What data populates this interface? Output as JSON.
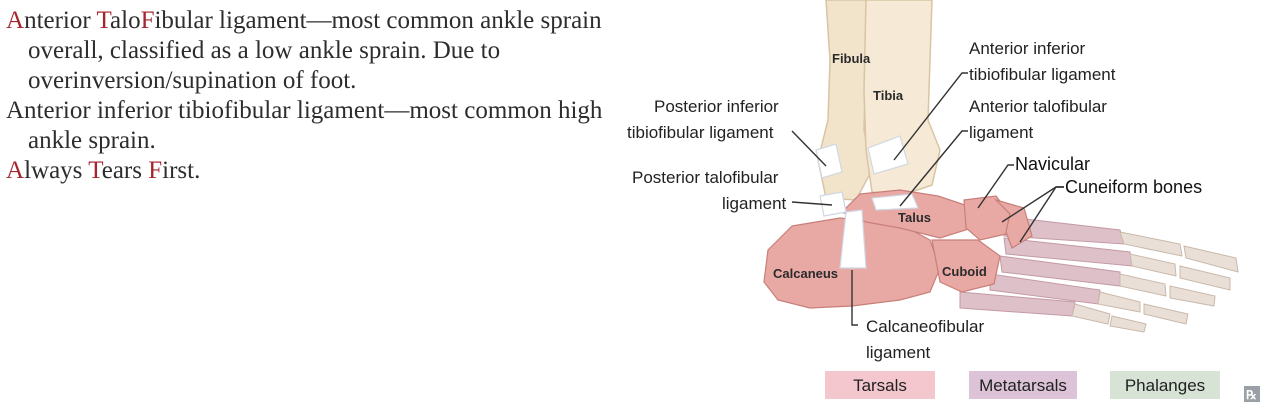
{
  "text": {
    "p1": {
      "s1": "A",
      "s2": "nterior ",
      "s3": "T",
      "s4": "alo",
      "s5": "F",
      "s6": "ibular ligament—most common ankle sprain overall, classified as a low ankle sprain. Due to overinversion/supination of foot."
    },
    "p2": "Anterior inferior tibiofibular ligament—most common high ankle sprain.",
    "p3": {
      "s1": "A",
      "s2": "lways ",
      "s3": "T",
      "s4": "ears ",
      "s5": "F",
      "s6": "irst."
    }
  },
  "labels": {
    "fibula": "Fibula",
    "tibia": "Tibia",
    "talus": "Talus",
    "calcaneus": "Calcaneus",
    "cuboid": "Cuboid",
    "aitfl_1": "Anterior inferior",
    "aitfl_2": "tibiofibular ligament",
    "atfl_1": "Anterior talofibular",
    "atfl_2": "ligament",
    "pitfl_1": "Posterior inferior",
    "pitfl_2": "tibiofibular ligament",
    "ptfl_1": "Posterior talofibular",
    "ptfl_2": "ligament",
    "navicular": "Navicular",
    "cuneiform": "Cuneiform bones",
    "cfl_1": "Calcaneofibular",
    "cfl_2": "ligament"
  },
  "legend": {
    "tarsals": "Tarsals",
    "metatarsals": "Metatarsals",
    "phalanges": "Phalanges"
  },
  "colors": {
    "tarsal": "#e8a9a4",
    "metatarsal": "#ddc0c8",
    "phalanx": "#eadfd6",
    "bone_leg": "#f2e3cb",
    "ligament": "#ffffff",
    "accent_red": "#a5252f",
    "legend_tarsals": "#f4c7cf",
    "legend_metatarsals": "#dcc3d8",
    "legend_phalanges": "#d6e3d5"
  },
  "corner_icon": "rx-icon"
}
